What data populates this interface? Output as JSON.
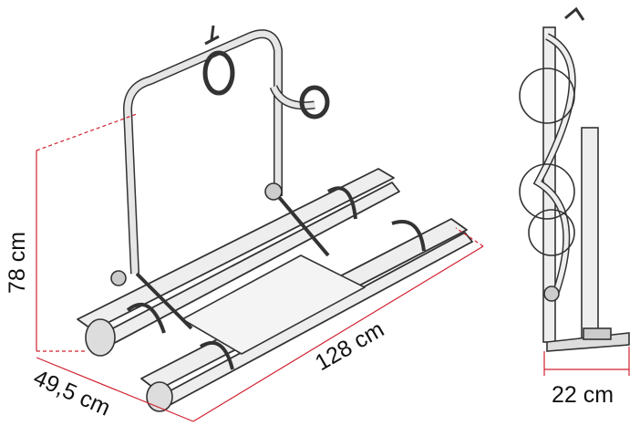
{
  "dimensions": {
    "height": "78 cm",
    "depth": "49,5 cm",
    "length": "128 cm",
    "side_depth": "22 cm"
  },
  "colors": {
    "dimension_line": "#d0212f",
    "outline": "#333333",
    "fill": "#e6e6e6"
  }
}
